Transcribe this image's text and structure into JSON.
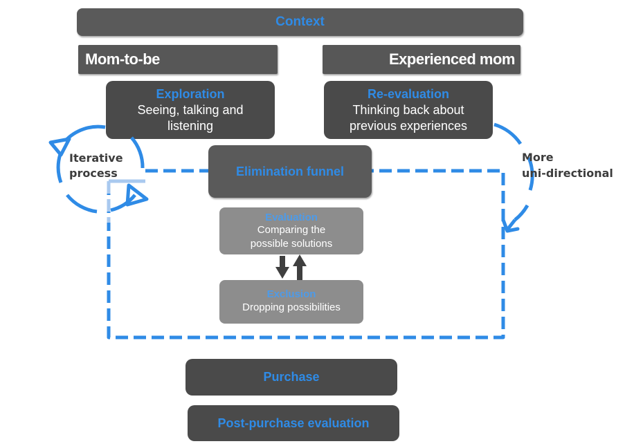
{
  "diagram": {
    "context": "Context",
    "mom_to_be": "Mom-to-be",
    "experienced_mom": "Experienced mom",
    "exploration": {
      "title": "Exploration",
      "desc_line1": "Seeing, talking and",
      "desc_line2": "listening"
    },
    "reevaluation": {
      "title": "Re-evaluation",
      "desc_line1": "Thinking back about",
      "desc_line2": "previous experiences"
    },
    "iterative_label": {
      "line1": "Iterative",
      "line2": "process"
    },
    "unidirectional_label": {
      "line1": "More",
      "line2": "uni-directional"
    },
    "elimination_funnel": "Elimination funnel",
    "evaluation": {
      "title": "Evaluation",
      "desc_line1": "Comparing the",
      "desc_line2": "possible solutions"
    },
    "exclusion": {
      "title": "Exclusion",
      "desc": "Dropping possibilities"
    },
    "purchase": "Purchase",
    "post_purchase": "Post-purchase evaluation"
  },
  "colors": {
    "accent_blue": "#2f8be6",
    "box_dark": "#4a4a4a",
    "box_light": "#8d8d8d"
  }
}
